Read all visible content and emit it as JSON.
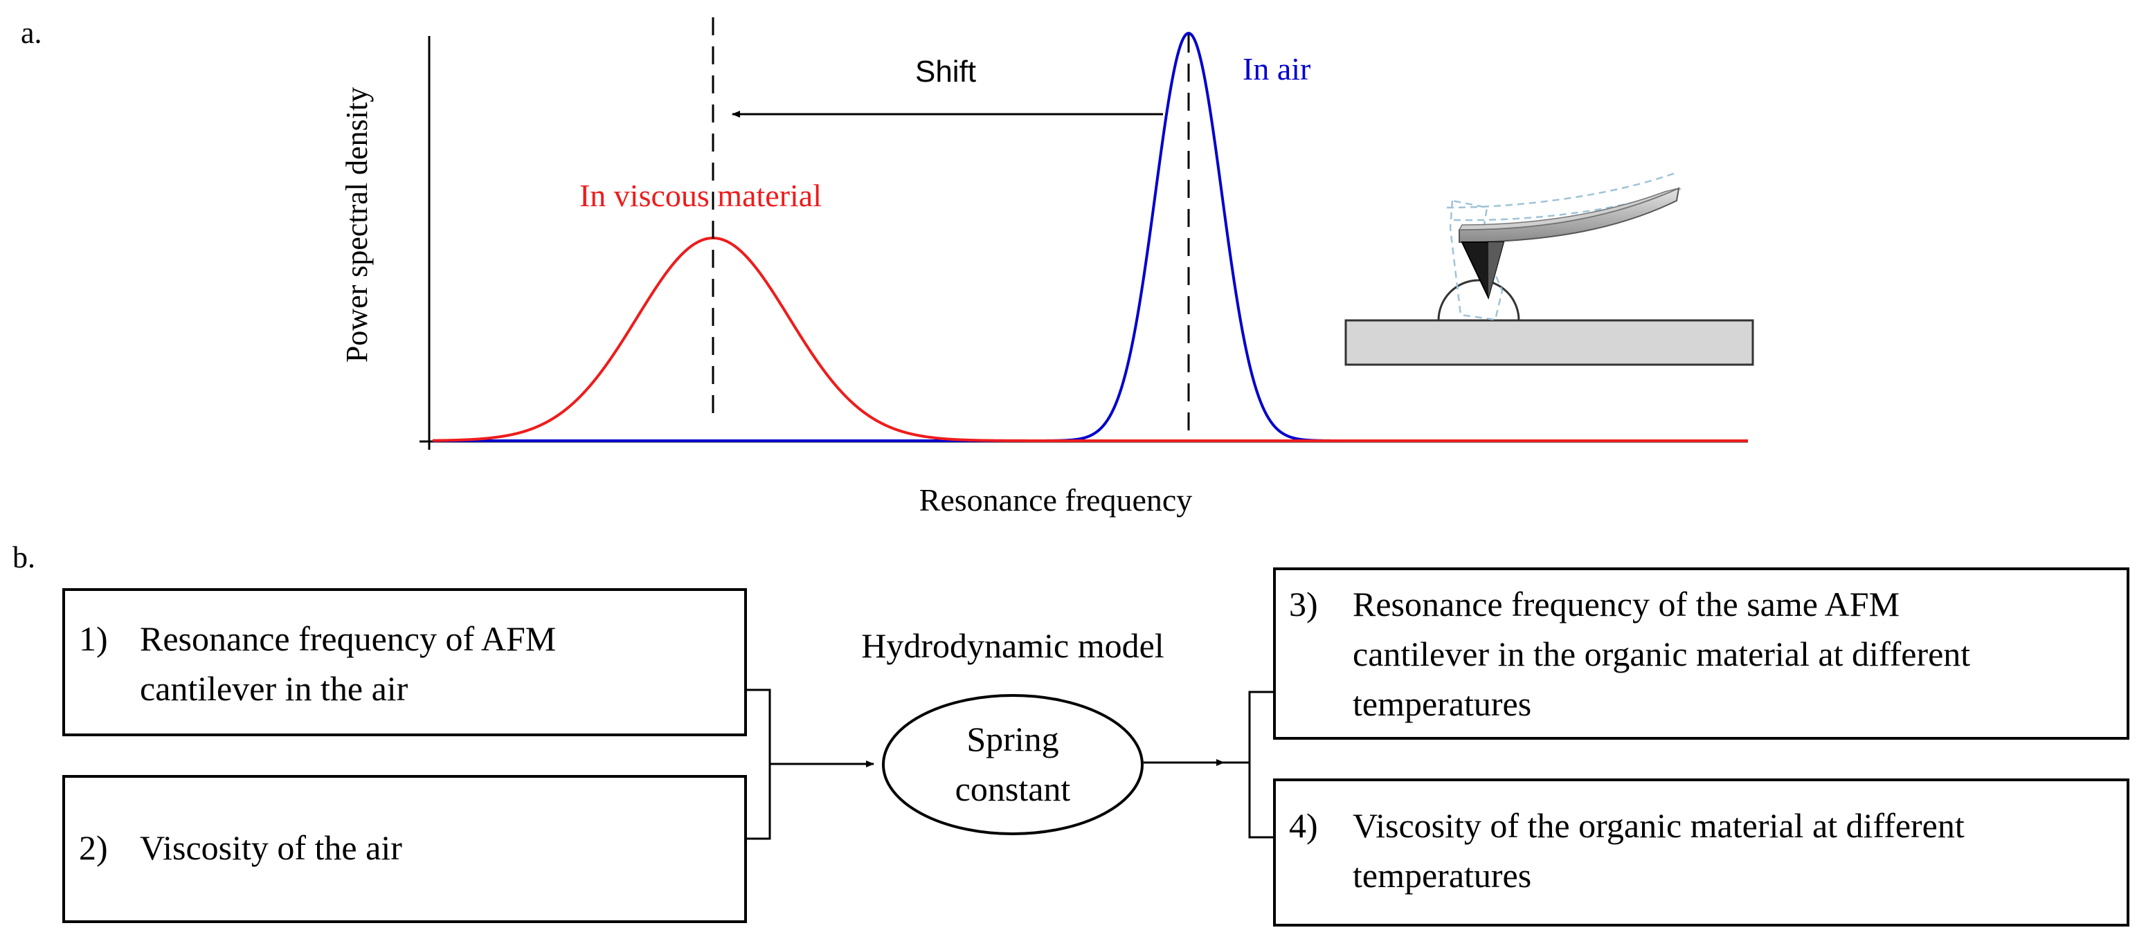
{
  "panel_a": {
    "label": "a.",
    "ylabel": "Power spectral density",
    "xlabel": "Resonance frequency",
    "shift_label": "Shift",
    "air_label": "In air",
    "viscous_label": "In viscous material",
    "colors": {
      "air": "#0000cc",
      "viscous": "#ee1c1c",
      "axis": "#000000"
    }
  },
  "panel_b": {
    "label": "b.",
    "box1": {
      "num": "1)",
      "line1": "Resonance frequency of AFM",
      "line2": "cantilever in the air"
    },
    "box2": {
      "num": "2)",
      "line1": "Viscosity of the air"
    },
    "model_title": "Hydrodynamic model",
    "ellipse": {
      "line1": "Spring",
      "line2": "constant"
    },
    "box3": {
      "num": "3)",
      "line1": "Resonance frequency of the same AFM",
      "line2": "cantilever in the organic material at different",
      "line3": "temperatures"
    },
    "box4": {
      "num": "4)",
      "line1": "Viscosity of the organic material at different",
      "line2": "temperatures"
    }
  }
}
